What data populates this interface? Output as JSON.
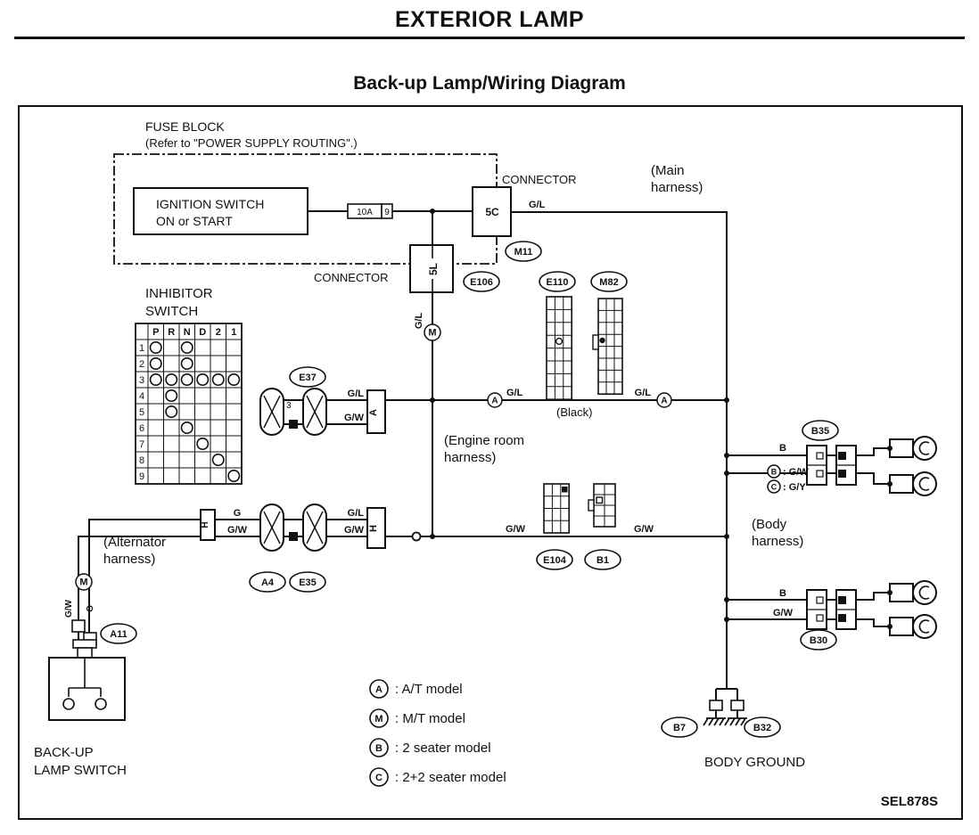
{
  "header": {
    "title": "EXTERIOR LAMP",
    "subtitle": "Back-up Lamp/Wiring Diagram"
  },
  "footer": {
    "ref_code": "SEL878S"
  },
  "fuse_block": {
    "name": "FUSE BLOCK",
    "ref": "(Refer to \"POWER SUPPLY ROUTING\".)",
    "ignition_line1": "IGNITION SWITCH",
    "ignition_line2": "ON or START",
    "fuse_rating": "10A",
    "fuse_number": "9"
  },
  "connector_labels": {
    "top": "CONNECTOR",
    "mid": "CONNECTOR",
    "c5c": "5C",
    "c5l": "5L",
    "a_box": "A",
    "h_box": "H",
    "h_box_left": "H",
    "terminal3": "3"
  },
  "harness": {
    "main_l1": "(Main",
    "main_l2": "harness)",
    "engine_l1": "(Engine room",
    "engine_l2": "harness)",
    "alt_l1": "(Alternator",
    "alt_l2": "harness)",
    "body_l1": "(Body",
    "body_l2": "harness)",
    "black": "(Black)"
  },
  "ids": {
    "m11": "M11",
    "e106": "E106",
    "e110": "E110",
    "m82": "M82",
    "e37": "E37",
    "a4": "A4",
    "e35": "E35",
    "a11": "A11",
    "e104": "E104",
    "b1": "B1",
    "b35": "B35",
    "b30": "B30",
    "b7": "B7",
    "b32": "B32"
  },
  "wires": {
    "gl": "G/L",
    "gw": "G/W",
    "g": "G",
    "b": "B",
    "gy": "G/Y"
  },
  "marks": {
    "at": "A",
    "mt": "M",
    "s2": "B",
    "s22": "C"
  },
  "lamp_notes": {
    "upper_b": "B",
    "upper_b_color": ": G/W",
    "upper_c_color": ": G/Y",
    "lower_b": "B",
    "lower_gw": "G/W"
  },
  "captions": {
    "inhibitor_l1": "INHIBITOR",
    "inhibitor_l2": "SWITCH",
    "backup_l1": "BACK-UP",
    "backup_l2": "LAMP SWITCH",
    "body_ground": "BODY GROUND"
  },
  "legend": [
    {
      "sym": "A",
      "label": ": A/T model"
    },
    {
      "sym": "M",
      "label": ": M/T model"
    },
    {
      "sym": "B",
      "label": ": 2 seater model"
    },
    {
      "sym": "C",
      "label": ": 2+2 seater model"
    }
  ],
  "inhibitor_table": {
    "columns": [
      "P",
      "R",
      "N",
      "D",
      "2",
      "1"
    ],
    "rows": [
      {
        "n": "1",
        "on": [
          0,
          2
        ]
      },
      {
        "n": "2",
        "on": [
          0,
          2
        ]
      },
      {
        "n": "3",
        "on": [
          0,
          1,
          2,
          3,
          4,
          5
        ]
      },
      {
        "n": "4",
        "on": [
          1
        ]
      },
      {
        "n": "5",
        "on": [
          1
        ]
      },
      {
        "n": "6",
        "on": [
          2
        ]
      },
      {
        "n": "7",
        "on": [
          3
        ]
      },
      {
        "n": "8",
        "on": [
          4
        ]
      },
      {
        "n": "9",
        "on": [
          5
        ]
      }
    ]
  }
}
